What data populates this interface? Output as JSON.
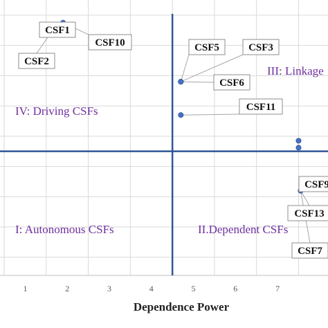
{
  "chart_data": {
    "type": "scatter",
    "xlabel": "Dependence Power",
    "ylabel": "",
    "x_ticks": [
      "1",
      "2",
      "3",
      "4",
      "5",
      "6",
      "7"
    ],
    "xlim": [
      0.4,
      8.2
    ],
    "ylim": [
      0.4,
      9.5
    ],
    "grid": true,
    "divider_x": 4.5,
    "divider_y": 4.5,
    "quadrants": [
      {
        "label": "I: Autonomous CSFs"
      },
      {
        "label": "II.Dependent CSFs"
      },
      {
        "label": "III: Linkage"
      },
      {
        "label": "IV: Driving CSFs"
      }
    ],
    "points": [
      {
        "label": "CSF1",
        "x": 1.7,
        "y": 8.6
      },
      {
        "label": "CSF10",
        "x": 1.9,
        "y": 8.75
      },
      {
        "label": "CSF2",
        "x": 1.7,
        "y": 8.6
      },
      {
        "label": "CSF5",
        "x": 4.7,
        "y": 6.8
      },
      {
        "label": "CSF3",
        "x": 4.7,
        "y": 6.8
      },
      {
        "label": "CSF6",
        "x": 4.7,
        "y": 6.8
      },
      {
        "label": "CSF11",
        "x": 4.7,
        "y": 5.7
      },
      {
        "label": "",
        "x": 7.5,
        "y": 4.85
      },
      {
        "label": "",
        "x": 7.5,
        "y": 4.62
      },
      {
        "label": "CSF9",
        "x": 7.55,
        "y": 3.2
      },
      {
        "label": "CSF13",
        "x": 7.55,
        "y": 3.2
      },
      {
        "label": "CSF7",
        "x": 7.55,
        "y": 3.2
      }
    ],
    "colors": {
      "point": "#4472c4",
      "divider": "#2f5597",
      "quadrant_text": "#7030a0",
      "grid": "#d9d9d9"
    }
  }
}
